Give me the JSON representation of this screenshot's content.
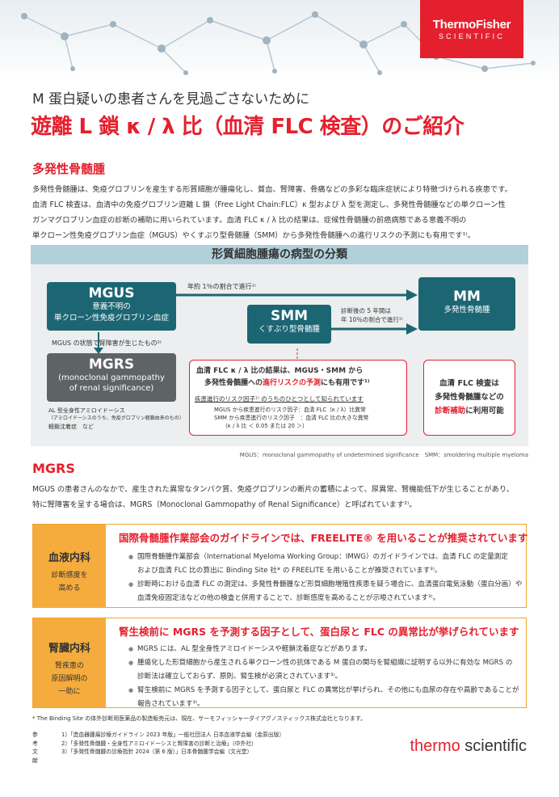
{
  "brand": {
    "line1": "ThermoFisher",
    "line2": "SCIENTIFIC"
  },
  "header": {
    "subtitle": "M 蛋白疑いの患者さんを見過ごさないために",
    "title": "遊離 L 鎖 κ / λ 比（血清 FLC 検査）のご紹介"
  },
  "mm_section": {
    "heading": "多発性骨髄腫",
    "lines": [
      "多発性骨髄腫は、免疫グロブリンを産生する形質細胞が腫瘍化し、貧血、腎障害、骨痛などの多彩な臨床症状により特徴づけられる疾患です。",
      "血清 FLC 検査は、血清中の免疫グロブリン遊離 L 鎖（Free Light Chain:FLC）κ 型および λ 型を測定し、多発性骨髄腫などの単クローン性",
      "ガンマグロブリン血症の診断の補助に用いられています。血清 FLC κ / λ 比の結果は、症候性骨髄腫の前癌病態である意義不明の",
      "単クローン性免疫グロブリン血症（MGUS）やくすぶり型骨髄腫（SMM）から多発性骨髄腫への進行リスクの予測にも有用です¹⁾。"
    ]
  },
  "classification": {
    "bar_title": "形質細胞腫瘍の病型の分類",
    "mgus": {
      "title": "MGUS",
      "line1": "意義不明の",
      "line2": "単クローン性免疫グロブリン血症"
    },
    "arrow_top": "年約 1％の割合で進行¹⁾",
    "mgus_note": "MGUS の状態で腎障害が生じたもの²⁾",
    "mgrs": {
      "title": "MGRS",
      "line1": "(monoclonal gammopathy",
      "line2": "of renal significance)"
    },
    "mgrs_bullets": [
      "AL 型全身性アミロイドーシス",
      "（アミロイドーシスのうち、免疫グロブリン軽鎖由来のもの）",
      "軽鎖沈着症　など"
    ],
    "smm": {
      "title": "SMM",
      "line1": "くすぶり型骨髄腫"
    },
    "arrow_mid_1": "診断後の 5 年間は",
    "arrow_mid_2": "年 10％の割合で進行¹⁾",
    "mm": {
      "title": "MM",
      "line1": "多発性骨髄腫"
    },
    "center": {
      "line1": "血清 FLC κ / λ 比の結果は、MGUS・SMM から",
      "line2a": "多発性骨髄腫への",
      "line2b": "進行リスクの予測",
      "line2c": "にも有用です¹⁾",
      "risk_heading": "疾患進行のリスク因子¹⁾ のうちのひとつとして知られています",
      "risk_items": [
        "MGUS から疾患進行のリスク因子：血清 FLC（κ / λ）比異常",
        "SMM から疾患進行のリスク因子　：血清 FLC 比の大きな異常",
        "（κ / λ 比 ＜ 0.05 または 20 ＞）"
      ]
    },
    "right": {
      "line1": "血清 FLC 検査は",
      "line2": "多発性骨髄腫などの",
      "line3a": "診断補助",
      "line3b": "に利用可能"
    }
  },
  "abbrev_note": "MGUS：monoclonal gammopathy of undetermined significance　SMM：smoldering multiple myeloma",
  "mgrs_section": {
    "heading": "MGRS",
    "line1": "MGUS の患者さんのなかで、産生された異常なタンパク質、免疫グロブリンの断片の蓄積によって、尿異常、腎機能低下が生じることがあり、",
    "line2": "特に腎障害を呈する場合は、MGRS（Monoclonal Gammopathy of Renal Significance）と呼ばれています²⁾。"
  },
  "panel_blood": {
    "dept": "血液内科",
    "sub1": "診断感度を",
    "sub2": "高める",
    "title": "国際骨髄腫作業部会のガイドラインでは、FREELITE® を用いることが推奨されています",
    "items": [
      "国際骨髄腫作業部会（International Myeloma Working Group：IMWG）のガイドラインでは、血清 FLC の定量測定",
      "および血清 FLC 比の算出に Binding Site 社* の FREELITE を用いることが推奨されています³⁾。",
      "診断時における血清 FLC の測定は、多発性骨髄腫など形質細胞増殖性疾患を疑う場合に、血清蛋白電気泳動（蛋白分画）や",
      "血清免疫固定法などの他の検査と併用することで、診断感度を高めることが示唆されています³⁾。"
    ]
  },
  "panel_kidney": {
    "dept": "腎臓内科",
    "sub1": "腎疾患の",
    "sub2": "原因解明の",
    "sub3": "一助に",
    "title": "腎生検前に MGRS を予測する因子として、蛋白尿と FLC の異常比が挙げられています",
    "items": [
      "MGRS には、AL 型全身性アミロイドーシスや軽鎖沈着症などがあります。",
      "腫瘍化した形質細胞から産生される単クローン性の抗体である M 蛋白の関与を腎組織に証明する以外に有効な MGRS の",
      "診断法は確立しておらず、原則、腎生検が必須とされています³⁾。",
      "腎生検前に MGRS を予測する因子として、蛋白尿と FLC の異常比が挙げられ、その他にも血尿の存在や高齢であることが",
      "報告されています³⁾。"
    ]
  },
  "disclaimer": "* The Binding Site の体外診断用医薬品の製造販売元は、現在、サーモフィッシャーダイアグノスティックス株式会社となります。",
  "refs": {
    "label": "参考文献",
    "items": [
      "1）「造血器腫瘍診療ガイドライン 2023 年版」一般社団法人 日本血液学会編（金原出版）",
      "2）「多発性骨髄腫・全身性アミロイドーシスと腎障害の診断と治療」（中外社）",
      "3）「多発性骨髄腫の診療指針 2024（第 6 版）」日本骨髄腫学会編（文光堂）"
    ]
  },
  "footer_logo": {
    "a": "thermo",
    "b": "scientific"
  },
  "colors": {
    "red": "#e5202e",
    "teal": "#1c6674",
    "orange": "#f6ac3c",
    "grey": "#5e6366"
  }
}
